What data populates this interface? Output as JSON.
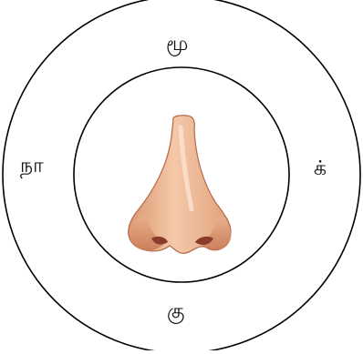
{
  "ring": {
    "letters": {
      "top": "மூ",
      "left": "நா",
      "right": "க்",
      "bottom": "கு"
    }
  },
  "center_image": {
    "icon": "nose-icon"
  },
  "colors": {
    "stroke": "#000000",
    "skin_light": "#f2c5a3",
    "skin_mid": "#e3a07a",
    "skin_shadow": "#c97a55",
    "nostril": "#8a3b2a"
  }
}
